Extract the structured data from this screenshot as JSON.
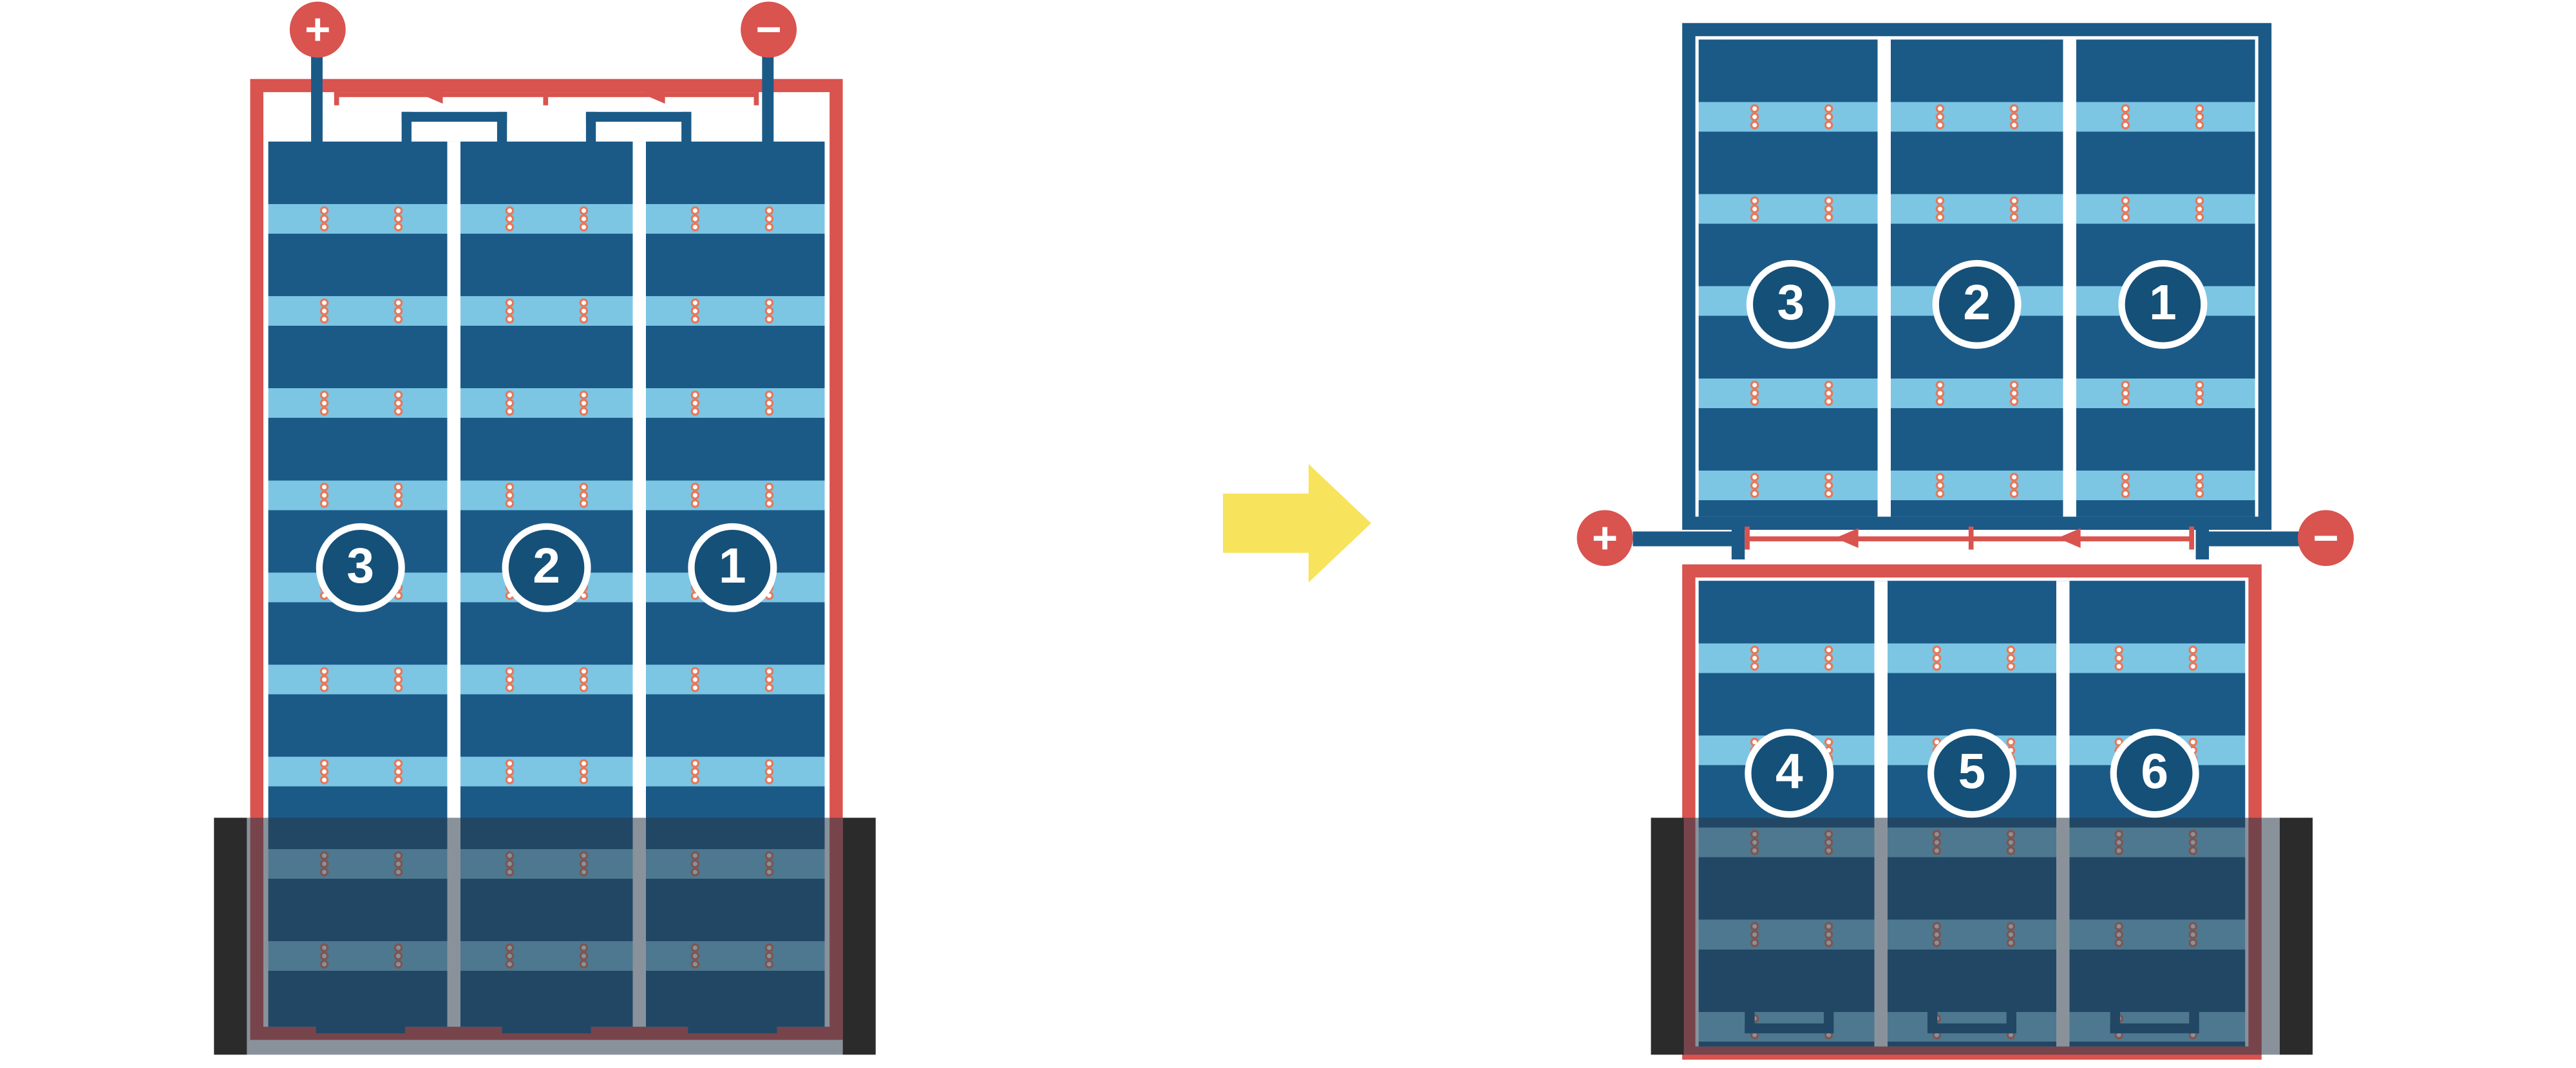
{
  "colors": {
    "accent_red": "#d9534f",
    "navy": "#1b5a87",
    "circle_navy": "#155078",
    "light_blue": "#7cc6e4",
    "dot_ring": "#e4795b",
    "arrow_yellow": "#f7e35c",
    "shade_overlay": "rgba(40,56,72,0.55)",
    "shade_end_bar": "#2b2b2b"
  },
  "left_module": {
    "terminals": {
      "positive": "+",
      "negative": "−"
    },
    "strings": [
      {
        "label": "3"
      },
      {
        "label": "2"
      },
      {
        "label": "1"
      }
    ]
  },
  "transform": {
    "arrow_direction": "right"
  },
  "right_module": {
    "terminals": {
      "positive": "+",
      "negative": "−"
    },
    "top_strings": [
      {
        "label": "3"
      },
      {
        "label": "2"
      },
      {
        "label": "1"
      }
    ],
    "bottom_strings": [
      {
        "label": "4"
      },
      {
        "label": "5"
      },
      {
        "label": "6"
      }
    ]
  }
}
